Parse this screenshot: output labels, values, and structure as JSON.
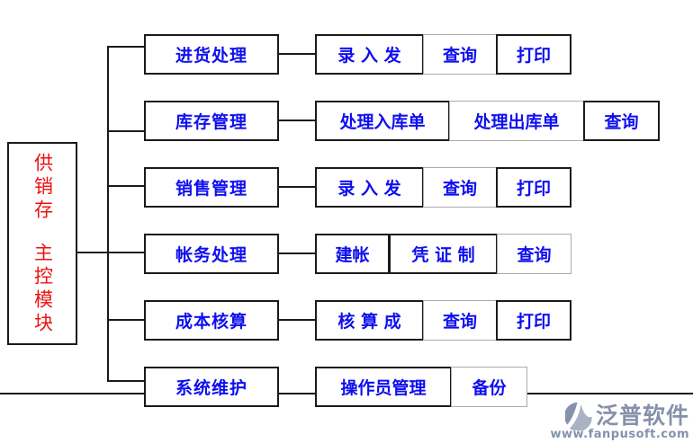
{
  "root": {
    "line1": "供销存",
    "line2": "主控模块"
  },
  "rows": [
    {
      "label": "进货处理",
      "children": [
        "录 入 发",
        "查询",
        "打印"
      ]
    },
    {
      "label": "库存管理",
      "children": [
        "处理入库单",
        "处理出库单",
        "查询"
      ]
    },
    {
      "label": "销售管理",
      "children": [
        "录 入 发",
        "查询",
        "打印"
      ]
    },
    {
      "label": "帐务处理",
      "children": [
        "建帐",
        "凭 证 制",
        "查询"
      ]
    },
    {
      "label": "成本核算",
      "children": [
        "核 算 成",
        "查询",
        "打印"
      ]
    },
    {
      "label": "系统维护",
      "children": [
        "操作员管理",
        "备份"
      ]
    }
  ],
  "watermark": {
    "brand": "泛普软件",
    "url": "www.fanpusoft.com"
  },
  "colors": {
    "node_text": "#0f0fef",
    "root_text": "#ee1111",
    "border_dark": "#1a1a1a",
    "border_light": "#ababab",
    "watermark": "#8691ab"
  }
}
